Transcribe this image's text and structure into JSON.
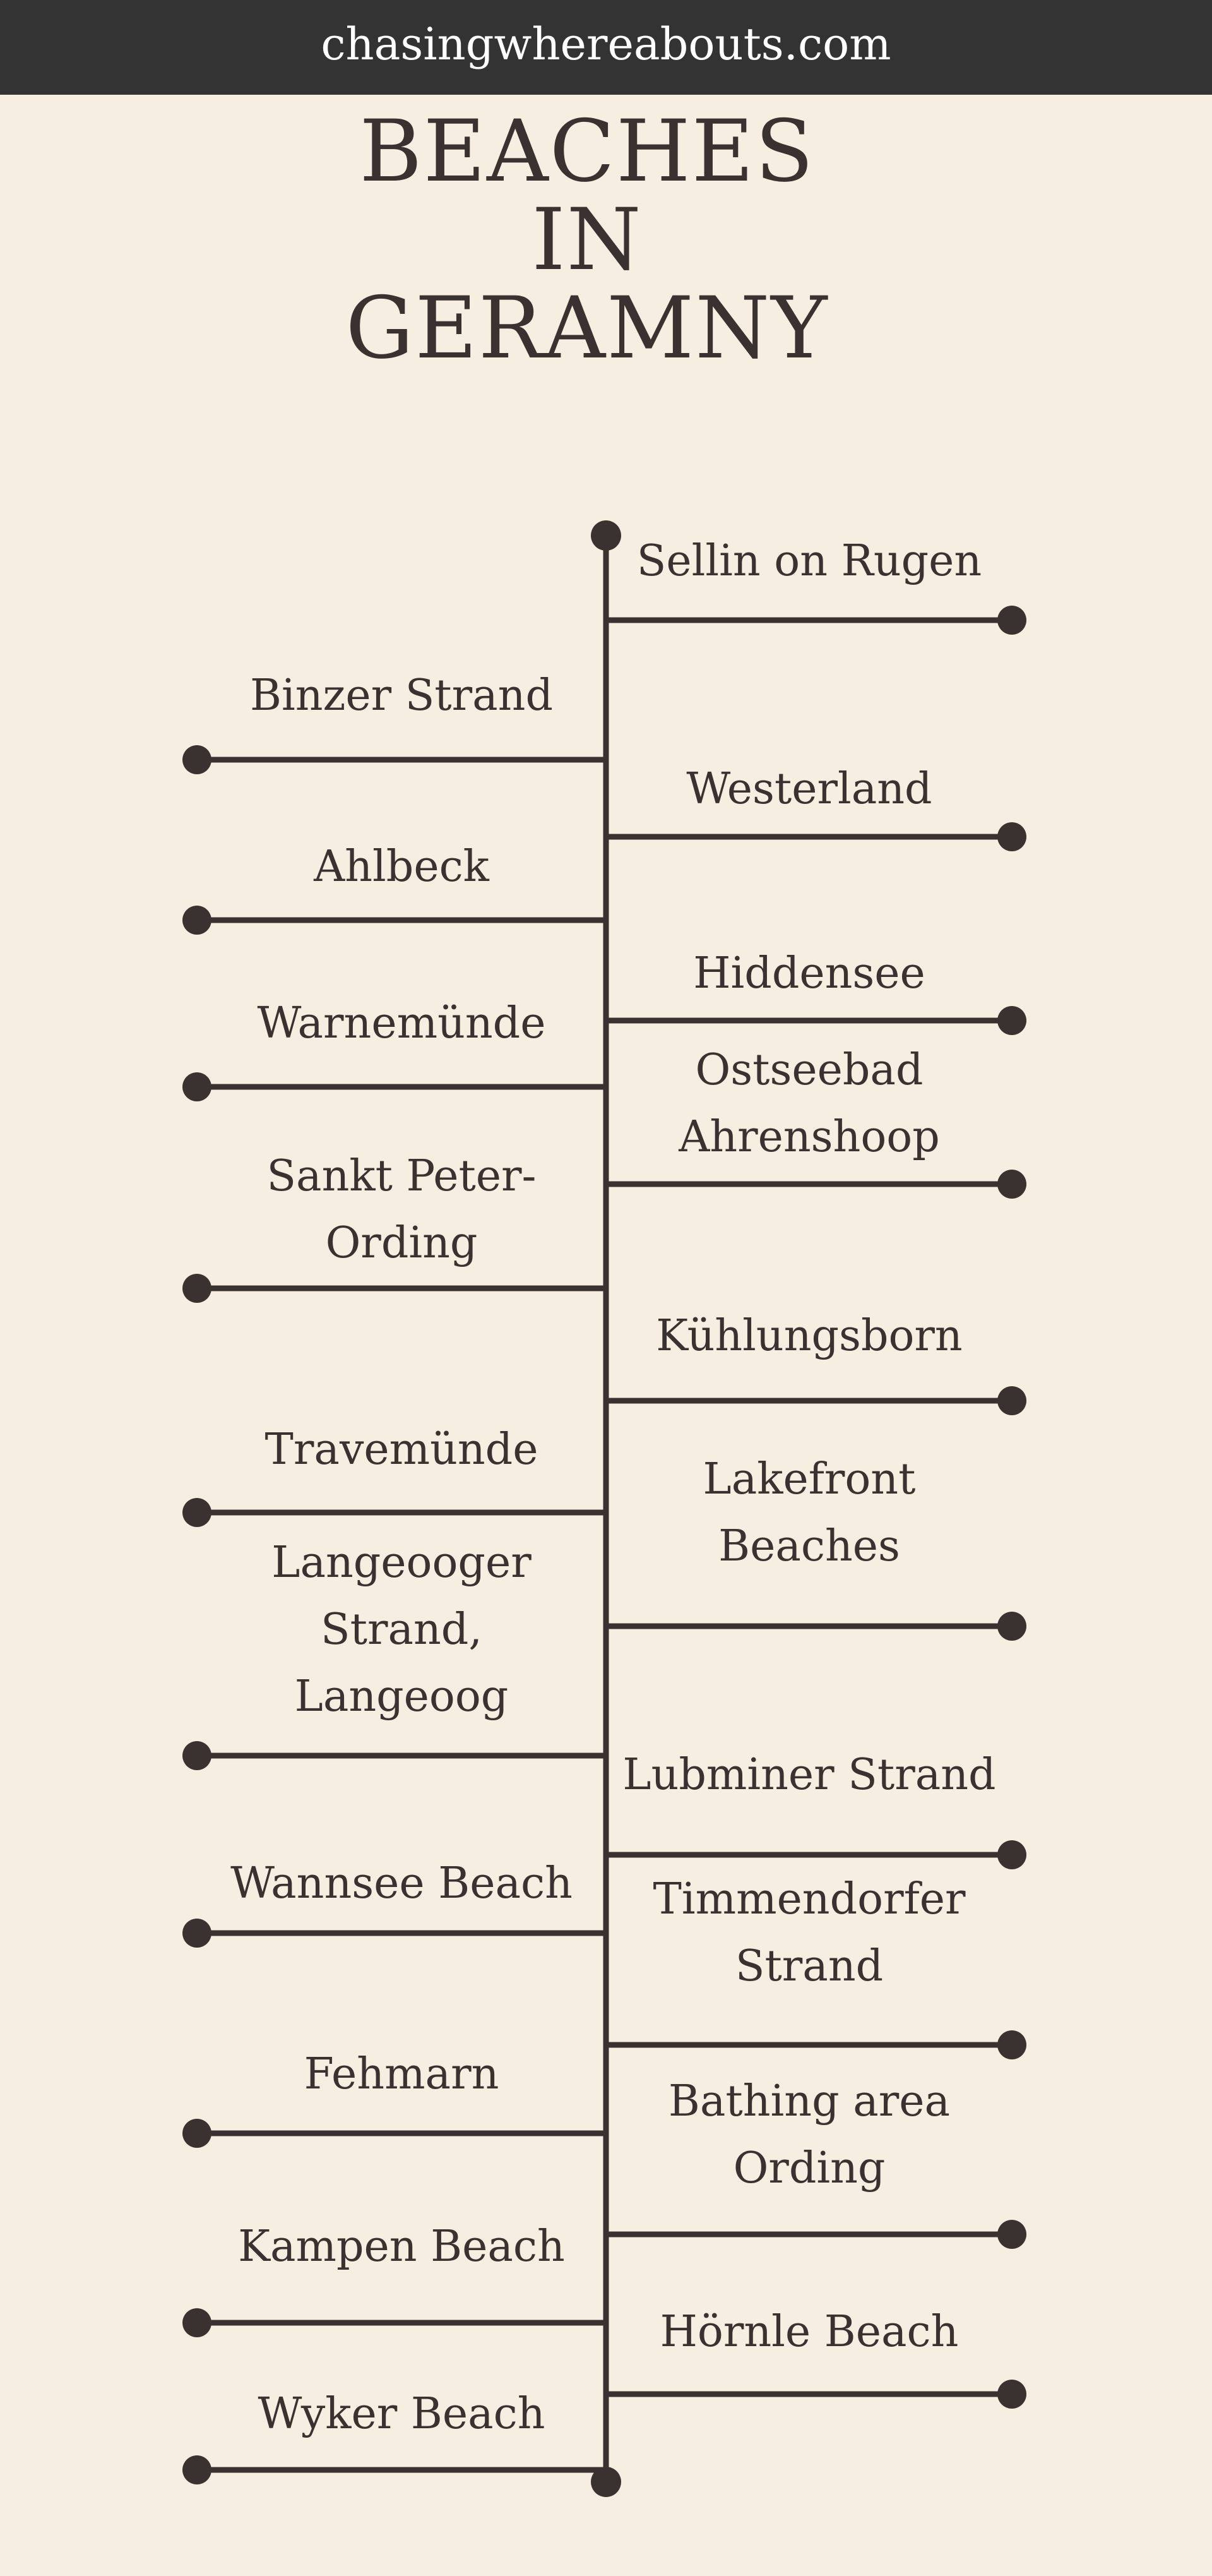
{
  "site": {
    "url": "chasingwhereabouts.com"
  },
  "title": {
    "line1": "BEACHES",
    "line2": "IN",
    "line3": "GERAMNY"
  },
  "colors": {
    "line": "#3a3231",
    "background": "#f6eee0",
    "topbar": "#333333"
  },
  "beaches": {
    "right": [
      {
        "name": "Sellin on Rugen"
      },
      {
        "name": "Westerland"
      },
      {
        "name": "Hiddensee"
      },
      {
        "name": "Ostseebad\nAhrenshoop"
      },
      {
        "name": "Kühlungsborn"
      },
      {
        "name": "Lakefront\nBeaches"
      },
      {
        "name": "Lubminer Strand"
      },
      {
        "name": "Timmendorfer\nStrand"
      },
      {
        "name": "Bathing area\nOrding"
      },
      {
        "name": "Hörnle Beach"
      }
    ],
    "left": [
      {
        "name": "Binzer Strand"
      },
      {
        "name": "Ahlbeck"
      },
      {
        "name": "Warnemünde"
      },
      {
        "name": "Sankt Peter-\nOrding"
      },
      {
        "name": "Travemünde"
      },
      {
        "name": "Langeooger\nStrand,\nLangeoog"
      },
      {
        "name": "Wannsee Beach"
      },
      {
        "name": "Fehmarn"
      },
      {
        "name": "Kampen Beach"
      },
      {
        "name": "Wyker Beach"
      }
    ]
  }
}
